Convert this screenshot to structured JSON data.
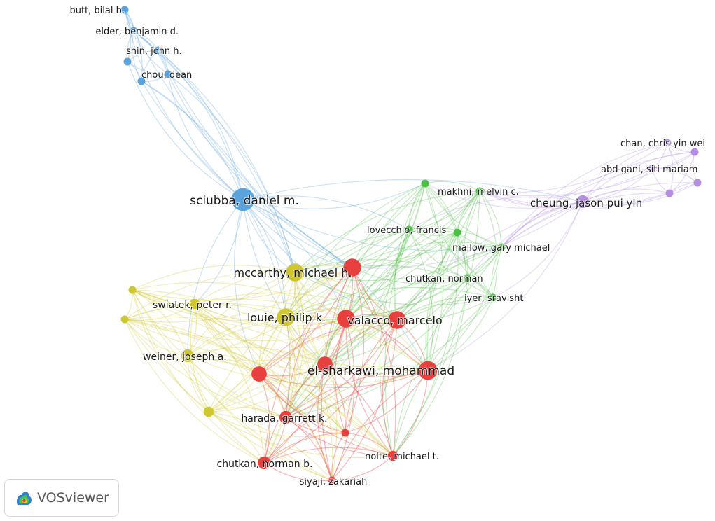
{
  "app": {
    "badge_label": "VOSviewer"
  },
  "cluster_colors": {
    "red": "#e8403f",
    "green": "#4dbf45",
    "blue": "#5aa3dd",
    "yellow": "#cfc730",
    "purple": "#b58ee3"
  },
  "nodes": [
    {
      "id": "butt",
      "label": "butt, bilal b.",
      "cluster": "blue",
      "weight": 1
    },
    {
      "id": "elder",
      "label": "elder, benjamin d.",
      "cluster": "blue",
      "weight": 1
    },
    {
      "id": "shin",
      "label": "shin, john h.",
      "cluster": "blue",
      "weight": 1
    },
    {
      "id": "blue4",
      "label": "",
      "cluster": "blue",
      "weight": 1
    },
    {
      "id": "chou",
      "label": "chou, dean",
      "cluster": "blue",
      "weight": 1
    },
    {
      "id": "blue6",
      "label": "",
      "cluster": "blue",
      "weight": 1
    },
    {
      "id": "sciubba",
      "label": "sciubba, daniel m.",
      "cluster": "blue",
      "weight": 4
    },
    {
      "id": "chan",
      "label": "chan, chris yin wei",
      "cluster": "purple",
      "weight": 1
    },
    {
      "id": "purple2",
      "label": "",
      "cluster": "purple",
      "weight": 1
    },
    {
      "id": "abdgani",
      "label": "abd gani, siti mariam",
      "cluster": "purple",
      "weight": 1
    },
    {
      "id": "purple4",
      "label": "",
      "cluster": "purple",
      "weight": 1
    },
    {
      "id": "purple5",
      "label": "",
      "cluster": "purple",
      "weight": 1
    },
    {
      "id": "cheung",
      "label": "cheung, jason pui yin",
      "cluster": "purple",
      "weight": 2
    },
    {
      "id": "green1",
      "label": "",
      "cluster": "green",
      "weight": 1
    },
    {
      "id": "makhni",
      "label": "makhni, melvin c.",
      "cluster": "green",
      "weight": 1
    },
    {
      "id": "lovecchio",
      "label": "lovecchio, francis",
      "cluster": "green",
      "weight": 1
    },
    {
      "id": "green4",
      "label": "",
      "cluster": "green",
      "weight": 1
    },
    {
      "id": "mallow",
      "label": "mallow, gary michael",
      "cluster": "green",
      "weight": 1
    },
    {
      "id": "chutkann",
      "label": "chutkan, norman",
      "cluster": "green",
      "weight": 1
    },
    {
      "id": "iyer",
      "label": "iyer, sravisht",
      "cluster": "green",
      "weight": 1
    },
    {
      "id": "mccarthy",
      "label": "mccarthy, michael h.",
      "cluster": "yellow",
      "weight": 3
    },
    {
      "id": "yellow2",
      "label": "",
      "cluster": "yellow",
      "weight": 1
    },
    {
      "id": "swiatek",
      "label": "swiatek, peter r.",
      "cluster": "yellow",
      "weight": 1.5
    },
    {
      "id": "yellow4",
      "label": "",
      "cluster": "yellow",
      "weight": 1
    },
    {
      "id": "louie",
      "label": "louie, philip k.",
      "cluster": "yellow",
      "weight": 3
    },
    {
      "id": "weiner",
      "label": "weiner, joseph a.",
      "cluster": "yellow",
      "weight": 2
    },
    {
      "id": "yellow7",
      "label": "",
      "cluster": "yellow",
      "weight": 1.5
    },
    {
      "id": "red_mc",
      "label": "",
      "cluster": "red",
      "weight": 3
    },
    {
      "id": "red_vl",
      "label": "",
      "cluster": "red",
      "weight": 3
    },
    {
      "id": "valacco",
      "label": "valacco, marcelo",
      "cluster": "red",
      "weight": 3
    },
    {
      "id": "red_el",
      "label": "",
      "cluster": "red",
      "weight": 2.5
    },
    {
      "id": "elsharkawi",
      "label": "el-sharkawi, mohammad",
      "cluster": "red",
      "weight": 3.2
    },
    {
      "id": "red_left",
      "label": "",
      "cluster": "red",
      "weight": 2.5
    },
    {
      "id": "harada",
      "label": "harada, garrett k.",
      "cluster": "red",
      "weight": 2
    },
    {
      "id": "red_small",
      "label": "",
      "cluster": "red",
      "weight": 1
    },
    {
      "id": "chutkannb",
      "label": "chutkan, norman b.",
      "cluster": "red",
      "weight": 2
    },
    {
      "id": "nolte",
      "label": "nolte, michael t.",
      "cluster": "red",
      "weight": 1.5
    },
    {
      "id": "siyaji",
      "label": "siyaji, zakariah",
      "cluster": "red",
      "weight": 1
    }
  ]
}
